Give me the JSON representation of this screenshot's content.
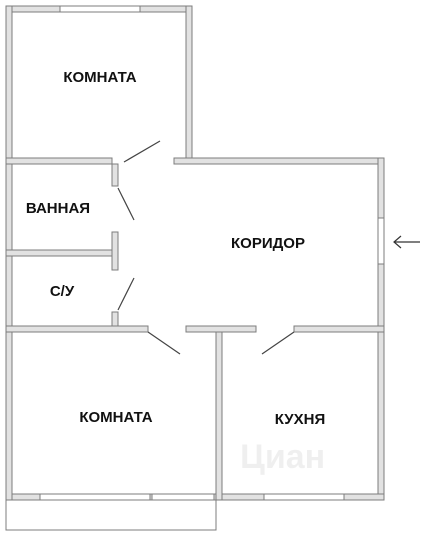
{
  "plan": {
    "rooms": [
      {
        "id": "room-top",
        "label": "КОМНАТА"
      },
      {
        "id": "bathroom",
        "label": "ВАННАЯ"
      },
      {
        "id": "corridor",
        "label": "КОРИДОР"
      },
      {
        "id": "toilet",
        "label": "С/У"
      },
      {
        "id": "room-bottom",
        "label": "КОМНАТА"
      },
      {
        "id": "kitchen",
        "label": "КУХНЯ"
      }
    ],
    "watermark": "Циан",
    "entrance_icon": "arrow-left-icon"
  }
}
